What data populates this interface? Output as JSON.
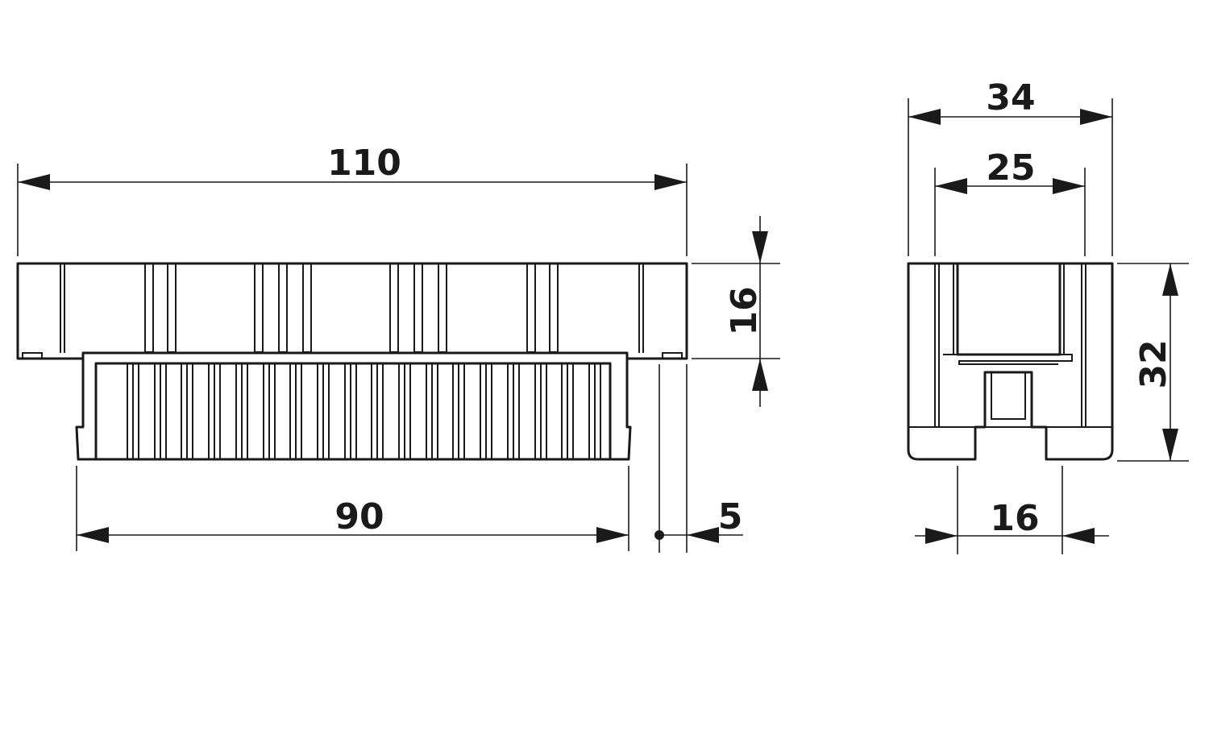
{
  "colors": {
    "line": "#1a1a1a",
    "background": "#ffffff"
  },
  "front_view": {
    "dim_overall_width": "110",
    "dim_lower_width": "90",
    "dim_flange_height": "16",
    "dim_offset": "5"
  },
  "side_view": {
    "dim_overall_width": "34",
    "dim_inner_width": "25",
    "dim_height": "32",
    "dim_foot_width": "16"
  }
}
